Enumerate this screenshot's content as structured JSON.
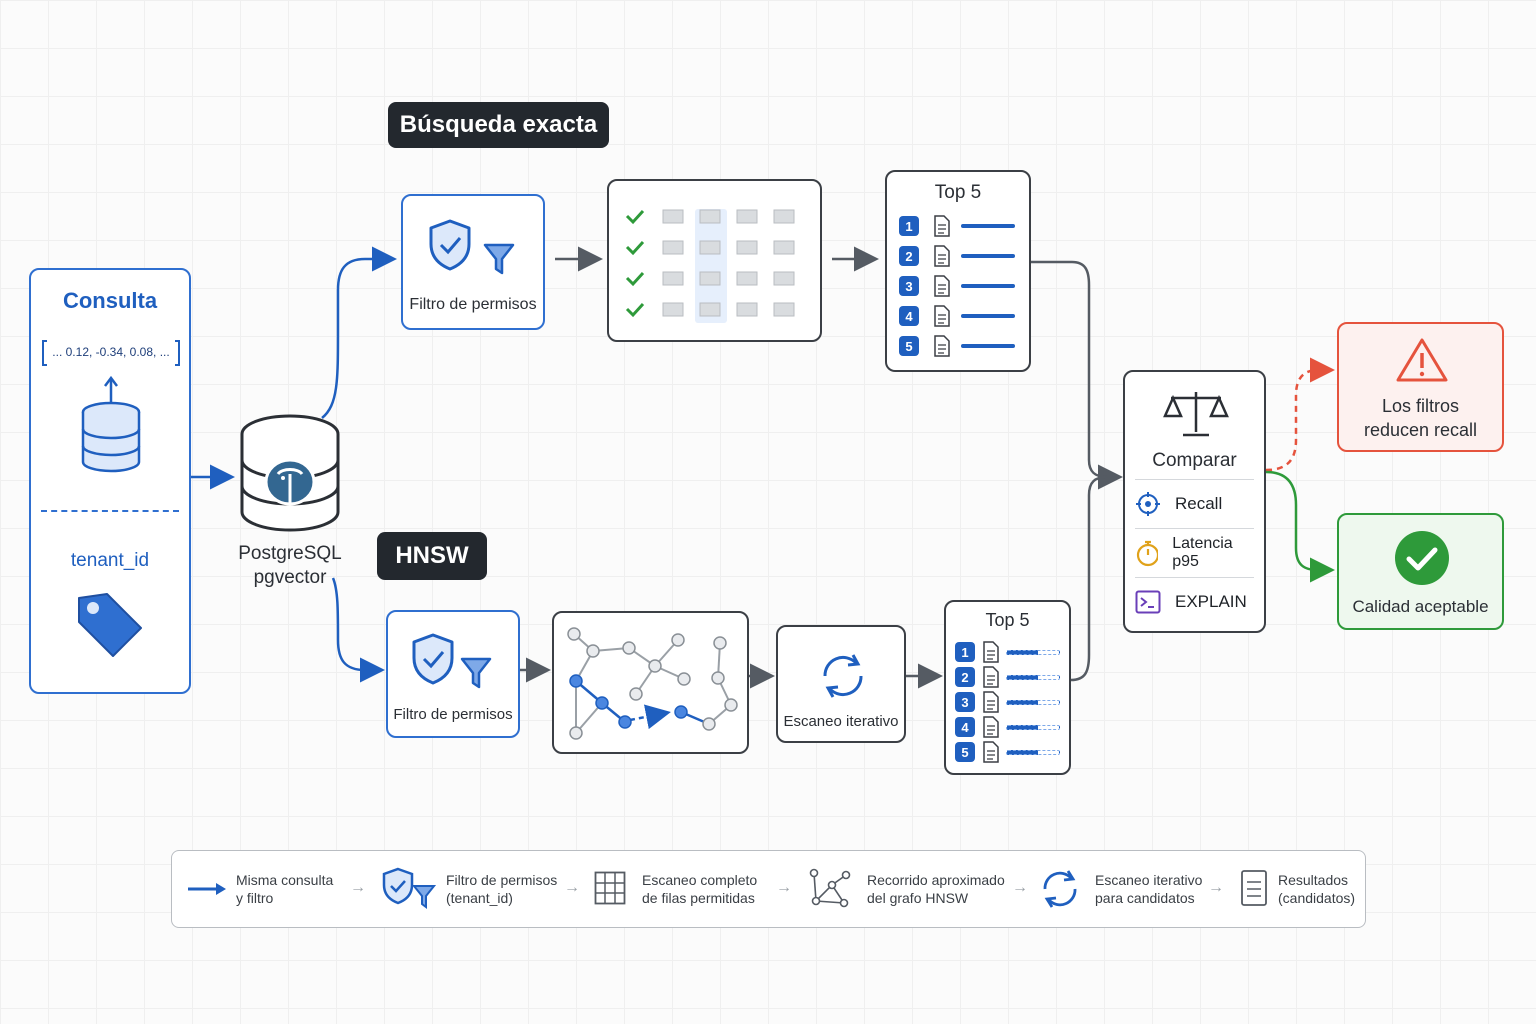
{
  "query": {
    "title": "Consulta",
    "vector": "... 0.12, -0.34, 0.08, ...",
    "tenant": "tenant_id"
  },
  "db": {
    "line1": "PostgreSQL",
    "line2": "pgvector"
  },
  "exact": {
    "title": "Búsqueda exacta",
    "filter_label": "Filtro de permisos",
    "top_title": "Top 5",
    "ranks": [
      "1",
      "2",
      "3",
      "4",
      "5"
    ]
  },
  "hnsw": {
    "title": "HNSW",
    "filter_label": "Filtro de permisos",
    "iterative_label": "Escaneo iterativo",
    "top_title": "Top 5",
    "ranks": [
      "1",
      "2",
      "3",
      "4",
      "5"
    ]
  },
  "compare": {
    "title": "Comparar",
    "metrics": [
      "Recall",
      "Latencia p95",
      "EXPLAIN"
    ]
  },
  "outcomes": {
    "bad_line1": "Los filtros",
    "bad_line2": "reducen recall",
    "good": "Calidad aceptable"
  },
  "legend": {
    "items": [
      {
        "line1": "Misma consulta",
        "line2": "y filtro"
      },
      {
        "line1": "Filtro de permisos",
        "line2": "(tenant_id)"
      },
      {
        "line1": "Escaneo completo",
        "line2": "de filas permitidas"
      },
      {
        "line1": "Recorrido aproximado",
        "line2": "del grafo HNSW"
      },
      {
        "line1": "Escaneo iterativo",
        "line2": "para candidatos"
      },
      {
        "line1": "Resultados",
        "line2": "(candidatos)"
      }
    ]
  },
  "colors": {
    "accent_blue": "#2f6fd0",
    "dark": "#3b3f45",
    "warning_red": "#e5533d",
    "success_green": "#2e9a3a",
    "timer_amber": "#e0a21a",
    "explain_purple": "#6a3fb8"
  }
}
